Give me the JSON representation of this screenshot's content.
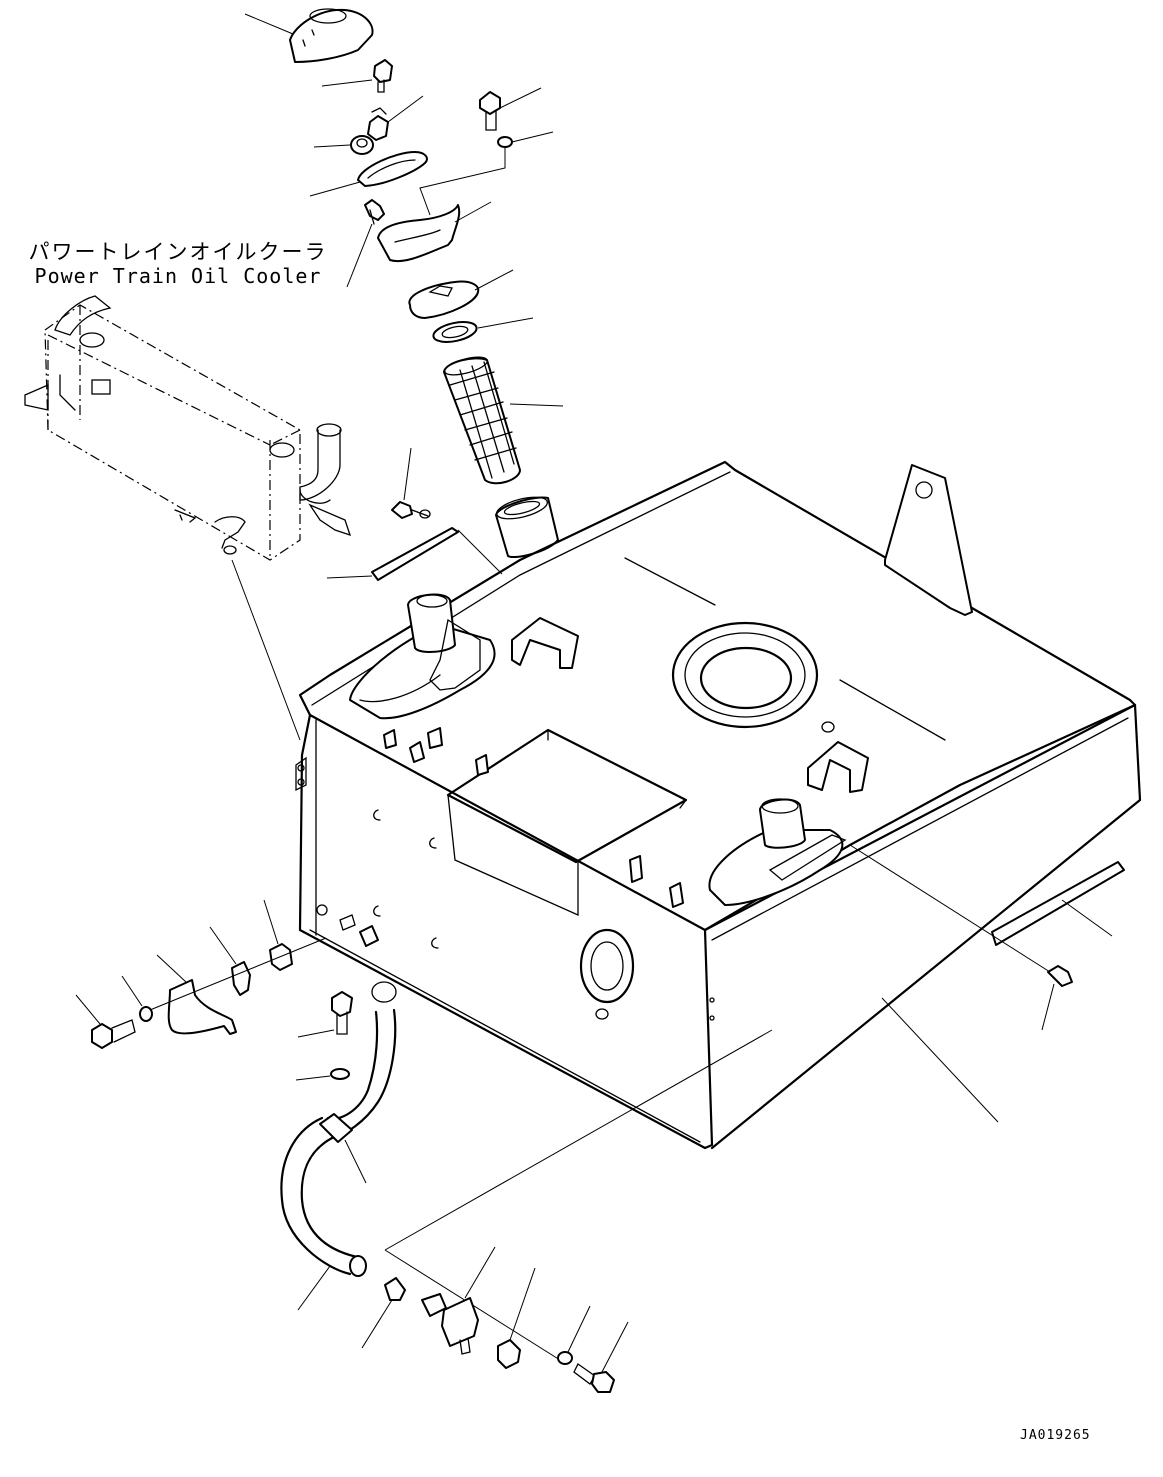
{
  "labels": {
    "cooler_jp": "パワートレインオイルクーラ",
    "cooler_en": "Power Train Oil Cooler",
    "drawing_number": "JA019265"
  },
  "icons": {
    "cap": "tank-cap-icon",
    "strainer": "strainer-icon",
    "hose": "hose-icon",
    "bolt": "bolt-icon"
  }
}
